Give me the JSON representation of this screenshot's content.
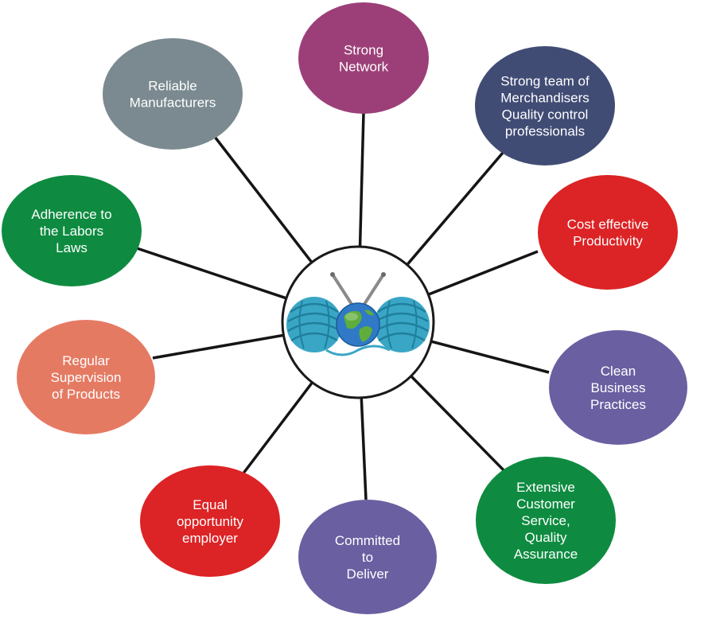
{
  "hub": {
    "logo": "yarn-globe-logo"
  },
  "nodes": [
    {
      "id": "strong-network",
      "lines": [
        "Strong",
        "Network"
      ],
      "color": "#9c3f78"
    },
    {
      "id": "strong-team",
      "lines": [
        "Strong team of",
        "Merchandisers",
        "Quality control",
        "professionals"
      ],
      "color": "#414c75"
    },
    {
      "id": "cost-effective",
      "lines": [
        "Cost effective",
        "Productivity"
      ],
      "color": "#dc2325"
    },
    {
      "id": "clean-business",
      "lines": [
        "Clean",
        "Business",
        "Practices"
      ],
      "color": "#6a5fa1"
    },
    {
      "id": "extensive-customer-service",
      "lines": [
        "Extensive",
        "Customer",
        "Service,",
        "Quality",
        "Assurance"
      ],
      "color": "#0e8b40"
    },
    {
      "id": "committed-to-deliver",
      "lines": [
        "Committed",
        "to",
        "Deliver"
      ],
      "color": "#6a5fa1"
    },
    {
      "id": "equal-opportunity",
      "lines": [
        "Equal",
        "opportunity",
        "employer"
      ],
      "color": "#dc2325"
    },
    {
      "id": "regular-supervision",
      "lines": [
        "Regular",
        "Supervision",
        "of Products"
      ],
      "color": "#e57a63"
    },
    {
      "id": "adherence-labor-laws",
      "lines": [
        "Adherence to",
        "the Labors",
        "Laws"
      ],
      "color": "#0e8b40"
    },
    {
      "id": "reliable-manufacturers",
      "lines": [
        "Reliable",
        "Manufacturers"
      ],
      "color": "#7b8a90"
    }
  ]
}
